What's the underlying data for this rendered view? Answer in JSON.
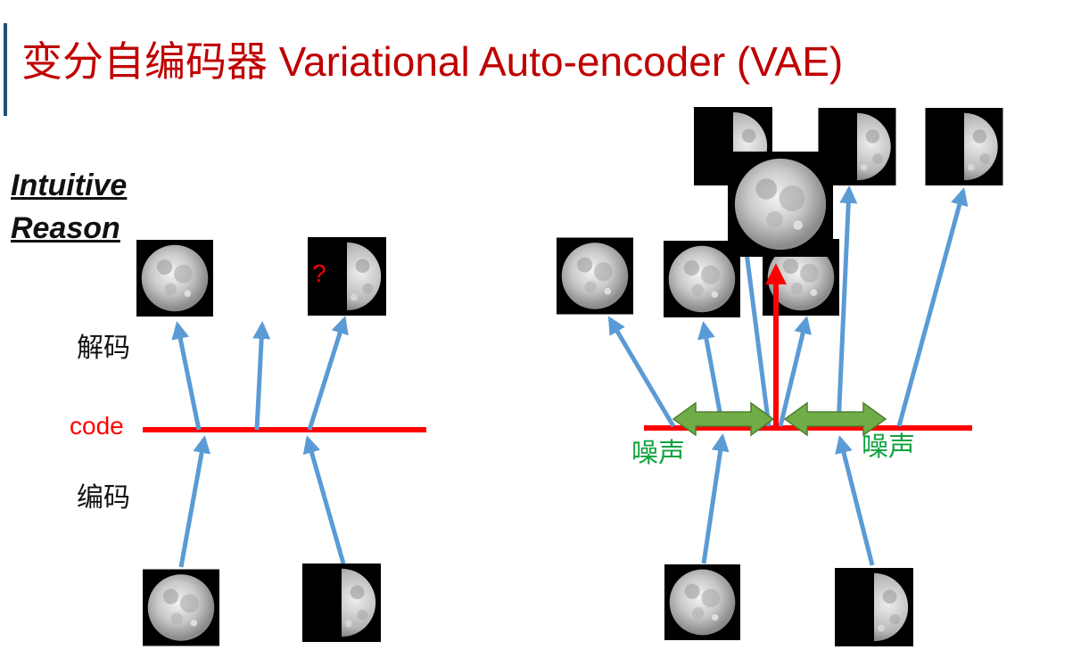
{
  "title": "变分自编码器 Variational Auto-encoder (VAE)",
  "intuitive": "Intuitive Reason",
  "labels": {
    "decode": "解码",
    "encode": "编码",
    "code": "code",
    "question": "?",
    "noise_left": "噪声",
    "noise_right": "噪声"
  },
  "colors": {
    "title": "#c00000",
    "code_line": "#ff0000",
    "arrow": "#5b9bd5",
    "noise_arrow": "#70ad47",
    "noise_text": "#11a33f",
    "accent_bar": "#1f4e79"
  }
}
